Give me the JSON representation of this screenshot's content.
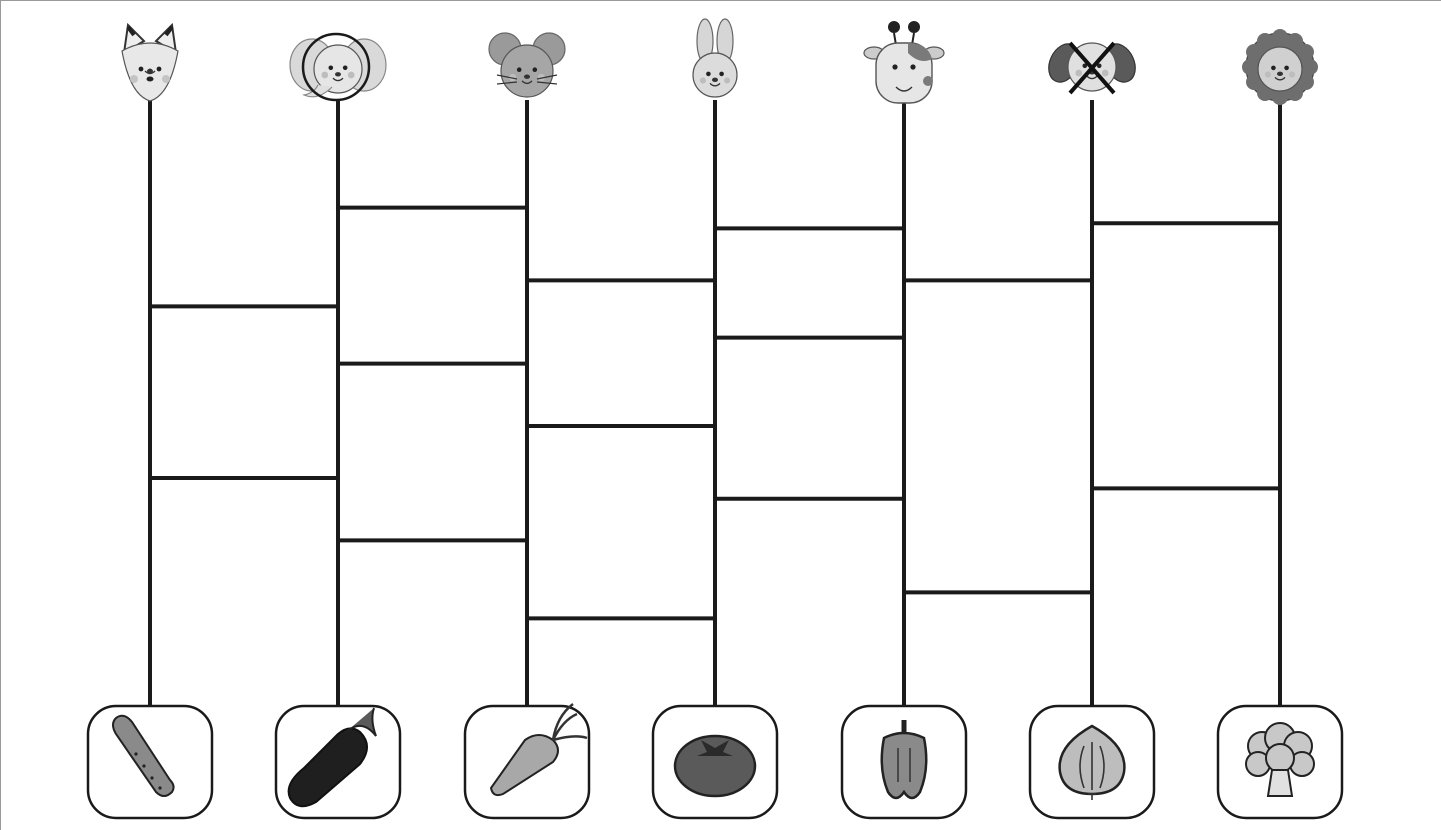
{
  "puzzle": {
    "type": "amidakuji",
    "animals": [
      {
        "name": "cat",
        "icon": "cat-icon"
      },
      {
        "name": "elephant",
        "icon": "elephant-icon",
        "circled": true
      },
      {
        "name": "mouse",
        "icon": "mouse-icon"
      },
      {
        "name": "rabbit",
        "icon": "rabbit-icon"
      },
      {
        "name": "giraffe",
        "icon": "giraffe-icon"
      },
      {
        "name": "dog",
        "icon": "dog-icon",
        "crossed_out": true
      },
      {
        "name": "lion",
        "icon": "lion-icon"
      }
    ],
    "vegetables": [
      {
        "name": "cucumber",
        "icon": "cucumber-icon"
      },
      {
        "name": "eggplant",
        "icon": "eggplant-icon"
      },
      {
        "name": "carrot",
        "icon": "carrot-icon"
      },
      {
        "name": "tomato",
        "icon": "tomato-icon"
      },
      {
        "name": "bell pepper",
        "icon": "bell-pepper-icon"
      },
      {
        "name": "onion",
        "icon": "onion-icon"
      },
      {
        "name": "broccoli",
        "icon": "broccoli-icon"
      }
    ],
    "rungs": [
      {
        "between": [
          1,
          2
        ],
        "level": 0.32
      },
      {
        "between": [
          1,
          2
        ],
        "level": 0.65
      },
      {
        "between": [
          2,
          3
        ],
        "level": 0.13
      },
      {
        "between": [
          2,
          3
        ],
        "level": 0.43
      },
      {
        "between": [
          2,
          3
        ],
        "level": 0.77
      },
      {
        "between": [
          3,
          4
        ],
        "level": 0.27
      },
      {
        "between": [
          3,
          4
        ],
        "level": 0.55
      },
      {
        "between": [
          3,
          4
        ],
        "level": 0.92
      },
      {
        "between": [
          4,
          5
        ],
        "level": 0.17
      },
      {
        "between": [
          4,
          5
        ],
        "level": 0.38
      },
      {
        "between": [
          4,
          5
        ],
        "level": 0.69
      },
      {
        "between": [
          5,
          6
        ],
        "level": 0.27
      },
      {
        "between": [
          5,
          6
        ],
        "level": 0.87
      },
      {
        "between": [
          6,
          7
        ],
        "level": 0.16
      },
      {
        "between": [
          6,
          7
        ],
        "level": 0.67
      }
    ],
    "colors": {
      "line": "#1a1a1a",
      "icon_dark": "#3a3a3a",
      "icon_mid": "#808080",
      "icon_light": "#d9d9d9"
    }
  }
}
